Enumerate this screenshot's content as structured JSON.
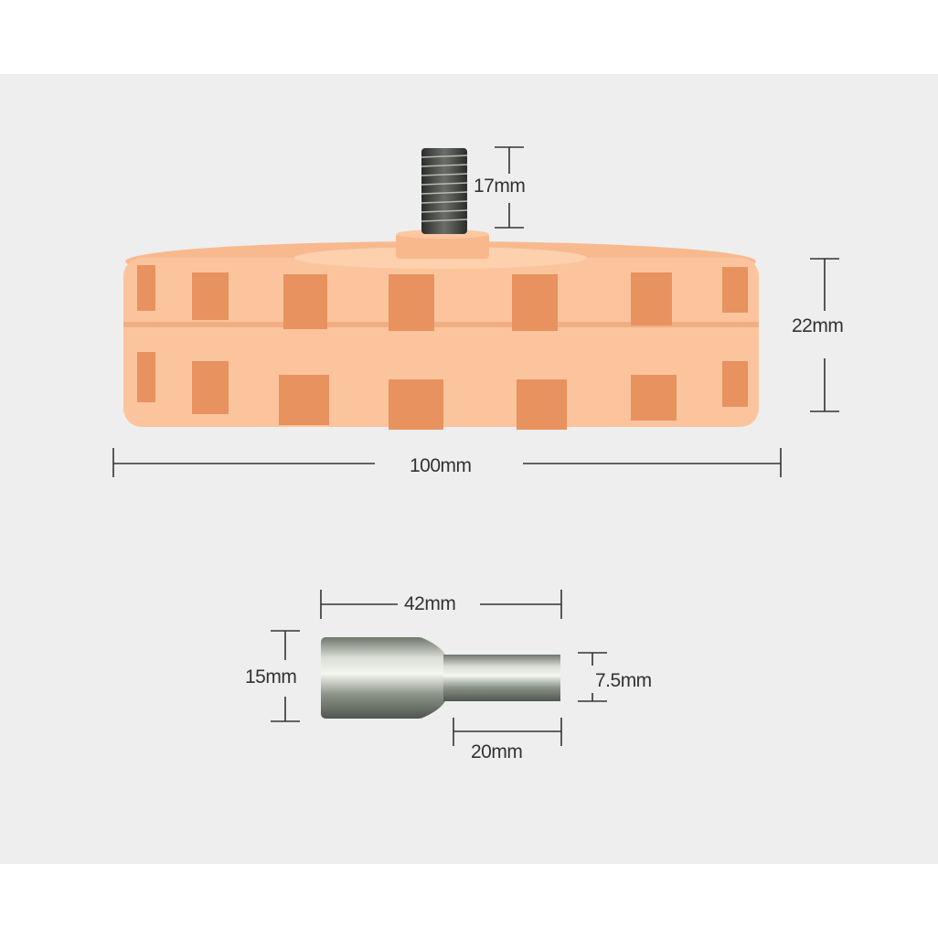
{
  "title": "Eraser wheel and adapter dimensions",
  "dimensions": {
    "bolt_height": "17mm",
    "wheel_thickness": "22mm",
    "wheel_diameter": "100mm",
    "adapter_length": "42mm",
    "adapter_diameter": "15mm",
    "shank_diameter": "7.5mm",
    "shank_length": "20mm"
  },
  "colors": {
    "background": "#eeeeee",
    "wheel": "#fcc49c",
    "wheel_shadow": "#e58d5e",
    "metal": "#9aa096"
  }
}
